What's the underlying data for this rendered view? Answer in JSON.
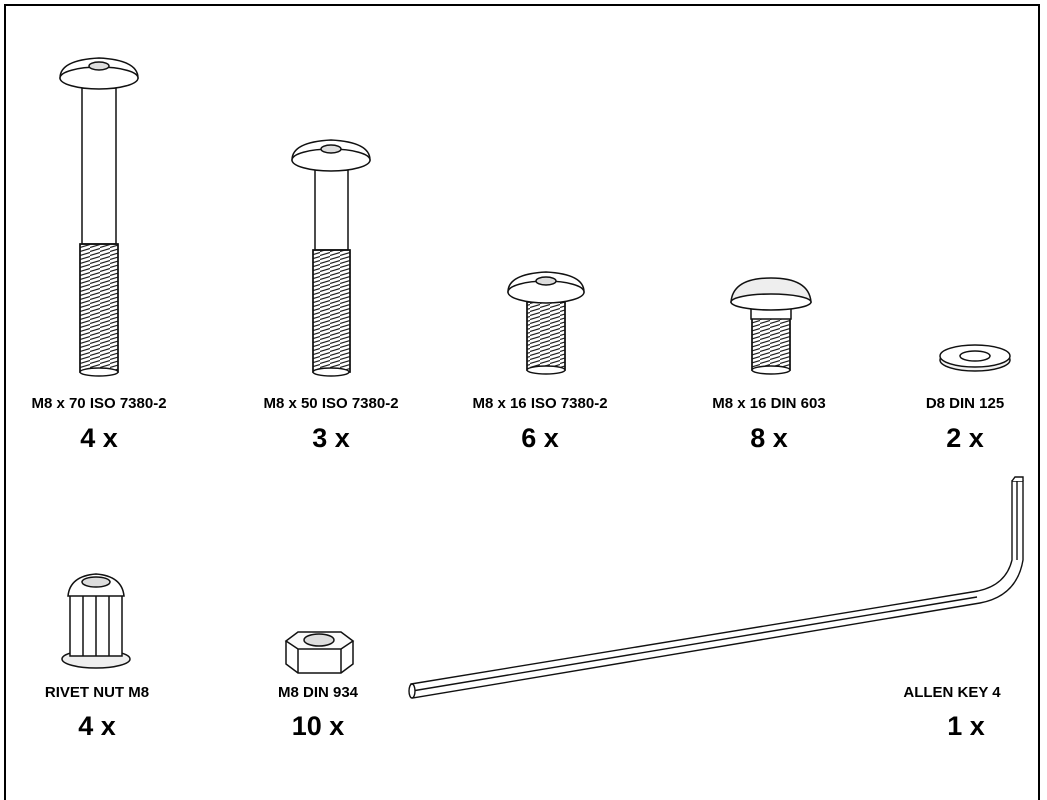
{
  "items": [
    {
      "name": "M8 x 70 ISO 7380-2",
      "qty": "4 x",
      "icon": "button-head-bolt-icon"
    },
    {
      "name": "M8 x 50 ISO 7380-2",
      "qty": "3 x",
      "icon": "button-head-bolt-icon"
    },
    {
      "name": "M8 x 16 ISO 7380-2",
      "qty": "6 x",
      "icon": "button-head-bolt-icon"
    },
    {
      "name": "M8 x 16 DIN 603",
      "qty": "8 x",
      "icon": "carriage-bolt-icon"
    },
    {
      "name": "D8 DIN 125",
      "qty": "2 x",
      "icon": "washer-icon"
    },
    {
      "name": "RIVET NUT M8",
      "qty": "4 x",
      "icon": "rivet-nut-icon"
    },
    {
      "name": "M8 DIN 934",
      "qty": "10 x",
      "icon": "hex-nut-icon"
    },
    {
      "name": "ALLEN KEY 4",
      "qty": "1 x",
      "icon": "allen-key-icon"
    }
  ]
}
